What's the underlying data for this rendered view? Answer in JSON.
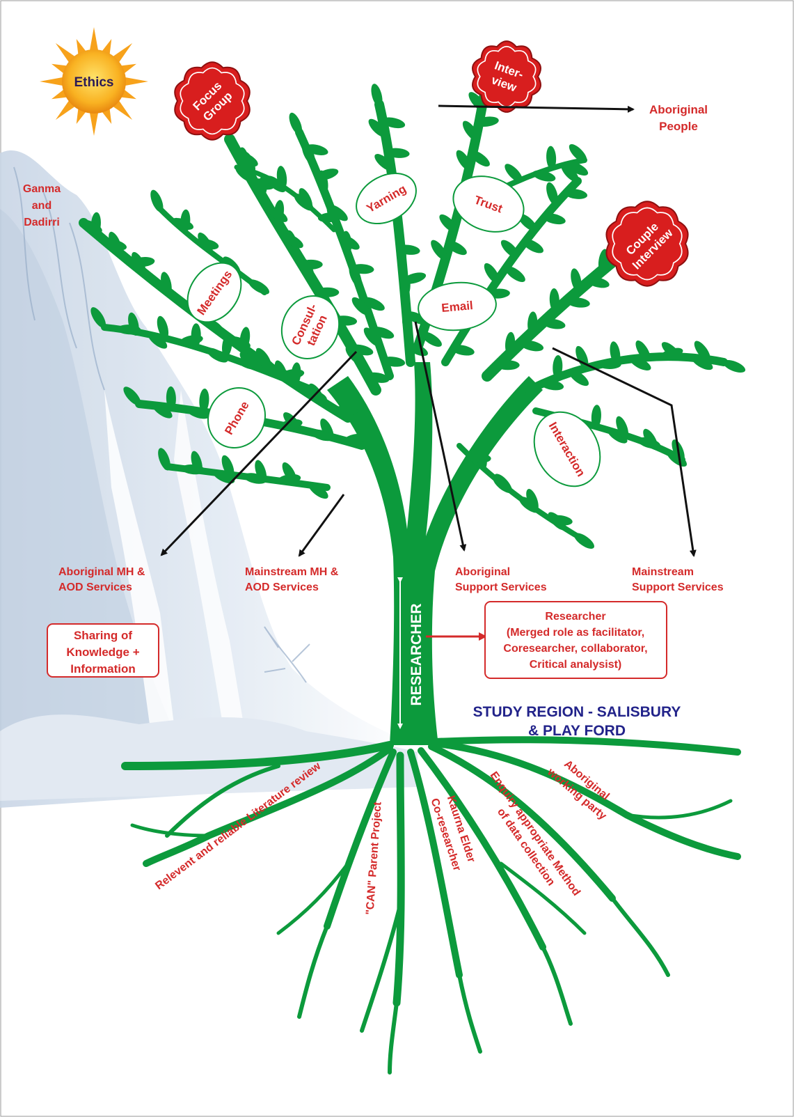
{
  "sun": {
    "label": "Ethics"
  },
  "side_label": [
    "Ganma",
    "and",
    "Dadirri"
  ],
  "flowers": [
    {
      "id": "focus-group",
      "lines": [
        "Focus",
        "Group"
      ]
    },
    {
      "id": "interview",
      "lines": [
        "Inter-",
        "view"
      ]
    },
    {
      "id": "couple-interview",
      "lines": [
        "Couple",
        "Interview"
      ]
    }
  ],
  "leaves": [
    {
      "id": "yarning",
      "lines": [
        "Yarning"
      ]
    },
    {
      "id": "trust",
      "lines": [
        "Trust"
      ]
    },
    {
      "id": "meetings",
      "lines": [
        "Meetings"
      ]
    },
    {
      "id": "consultation",
      "lines": [
        "Consul-",
        "tation"
      ]
    },
    {
      "id": "email",
      "lines": [
        "Email"
      ]
    },
    {
      "id": "phone",
      "lines": [
        "Phone"
      ]
    },
    {
      "id": "interaction",
      "lines": [
        "Interaction"
      ]
    }
  ],
  "targets": [
    {
      "id": "aboriginal-people",
      "lines": [
        "Aboriginal",
        "People"
      ]
    },
    {
      "id": "aboriginal-mh-aod",
      "lines": [
        "Aboriginal MH &",
        "AOD Services"
      ]
    },
    {
      "id": "mainstream-mh-aod",
      "lines": [
        "Mainstream MH &",
        "AOD Services"
      ]
    },
    {
      "id": "aboriginal-support",
      "lines": [
        "Aboriginal",
        "Support Services"
      ]
    },
    {
      "id": "mainstream-support",
      "lines": [
        "Mainstream",
        "Support Services"
      ]
    }
  ],
  "knowledge_box": {
    "lines": [
      "Sharing of",
      "Knowledge +",
      "Information"
    ]
  },
  "researcher_box": {
    "lines": [
      "Researcher",
      "(Merged role as facilitator,",
      "Coresearcher, collaborator,",
      "Critical analysist)"
    ]
  },
  "trunk_label": "RESEARCHER",
  "study_region": {
    "lines": [
      "STUDY REGION - SALISBURY",
      "& PLAY FORD"
    ]
  },
  "roots": [
    {
      "id": "literature",
      "text": "Relevent and reliable Literature review"
    },
    {
      "id": "can-project",
      "text": "\"CAN\" Parent Project"
    },
    {
      "id": "kaurna-elder",
      "lines": [
        "Kaurna Elder",
        "Co-researcher"
      ]
    },
    {
      "id": "enquiry",
      "lines": [
        "Enquiry appropriate Method",
        "of data collection"
      ]
    },
    {
      "id": "working-party",
      "lines": [
        "Aboriginal",
        "working party"
      ]
    }
  ],
  "colors": {
    "tree": "#0c9a3c",
    "label": "#d42a2a",
    "flower": "#d81e1e",
    "sun": "#f7a21b",
    "navy": "#22238a"
  }
}
